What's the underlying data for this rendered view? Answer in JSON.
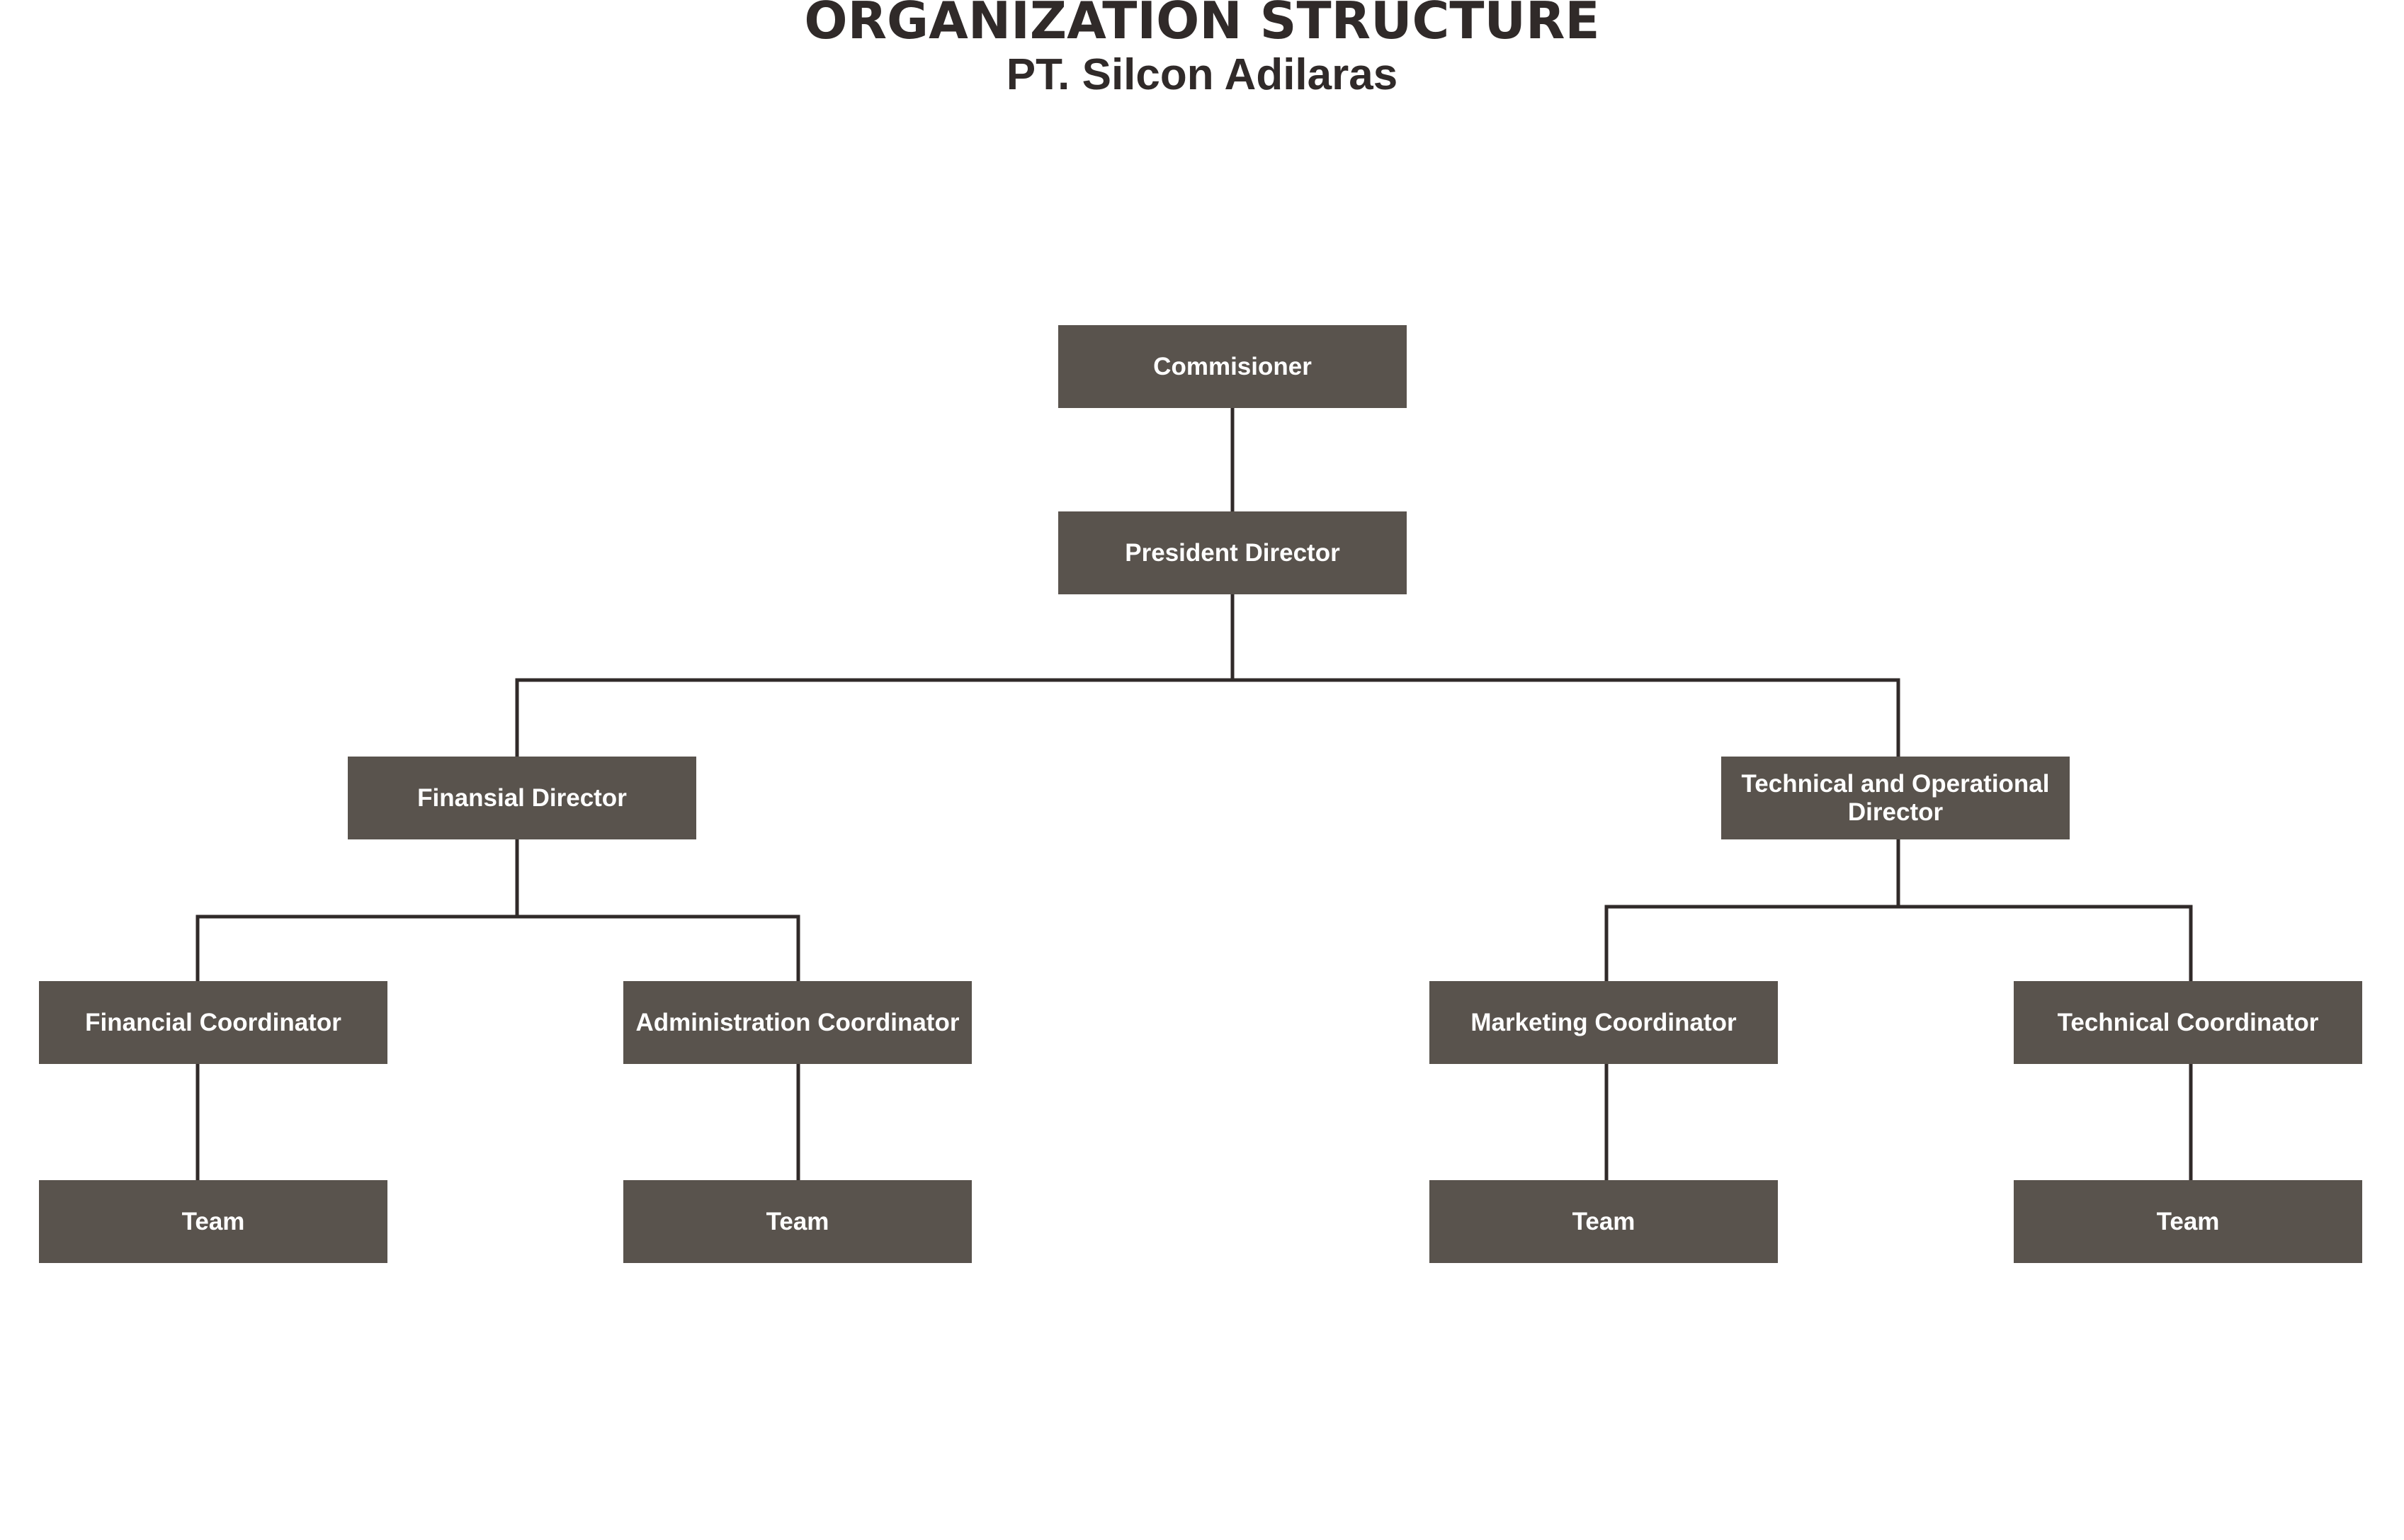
{
  "header": {
    "title": "ORGANIZATION STRUCTURE",
    "subtitle": "PT. Silcon Adilaras"
  },
  "nodes": {
    "commissioner": "Commisioner",
    "president_director": "President Director",
    "financial_director": "Finansial Director",
    "technical_operational_director": "Technical and Operational Director",
    "financial_coordinator": "Financial Coordinator",
    "administration_coordinator": "Administration Coordinator",
    "marketing_coordinator": "Marketing Coordinator",
    "technical_coordinator": "Technical Coordinator",
    "team_financial": "Team",
    "team_administration": "Team",
    "team_marketing": "Team",
    "team_technical": "Team"
  },
  "colors": {
    "box_fill": "#59534d",
    "box_text": "#ffffff",
    "connector": "#302a29",
    "title_text": "#302a29"
  }
}
